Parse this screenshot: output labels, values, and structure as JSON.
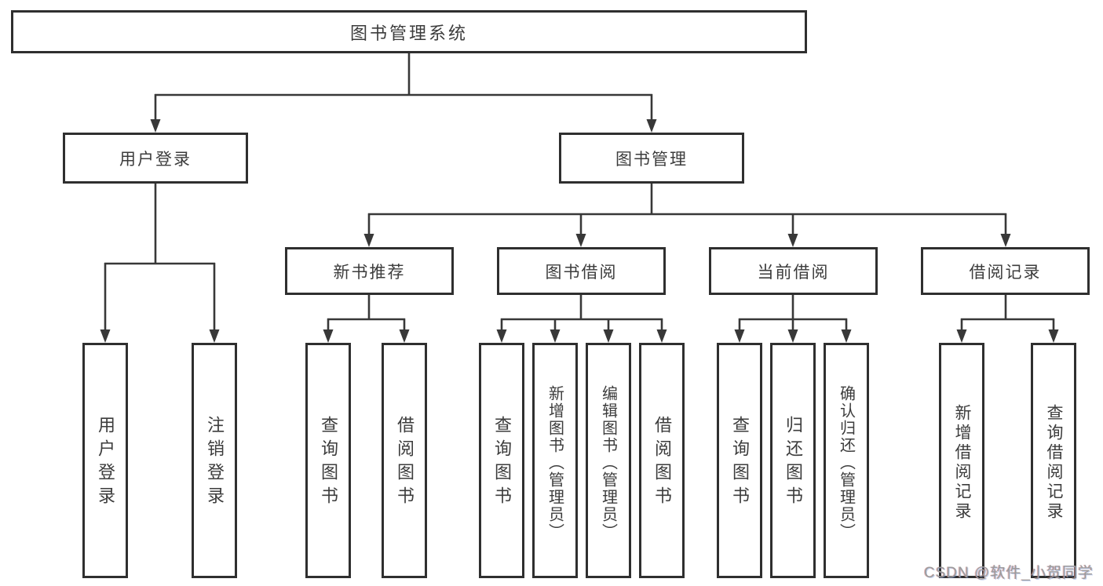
{
  "diagram": {
    "title": "图书管理系统",
    "branches": [
      {
        "label": "用户登录",
        "children": [
          {
            "label": "用户登录"
          },
          {
            "label": "注销登录"
          }
        ]
      },
      {
        "label": "图书管理",
        "children": [
          {
            "label": "新书推荐",
            "children": [
              {
                "label": "查询图书"
              },
              {
                "label": "借阅图书"
              }
            ]
          },
          {
            "label": "图书借阅",
            "children": [
              {
                "label": "查询图书"
              },
              {
                "label": "新增图书（管理员）"
              },
              {
                "label": "编辑图书（管理员）"
              },
              {
                "label": "借阅图书"
              }
            ]
          },
          {
            "label": "当前借阅",
            "children": [
              {
                "label": "查询图书"
              },
              {
                "label": "归还图书"
              },
              {
                "label": "确认归还（管理员）"
              }
            ]
          },
          {
            "label": "借阅记录",
            "children": [
              {
                "label": "新增借阅记录"
              },
              {
                "label": "查询借阅记录"
              }
            ]
          }
        ]
      }
    ]
  },
  "watermark": {
    "text": "CSDN @软件_小贺同学"
  },
  "colors": {
    "line": "#383838",
    "box_border": "#2f2f2f",
    "text": "#3c3c3c",
    "watermark": "#9b9b9b",
    "background": "#ffffff"
  }
}
